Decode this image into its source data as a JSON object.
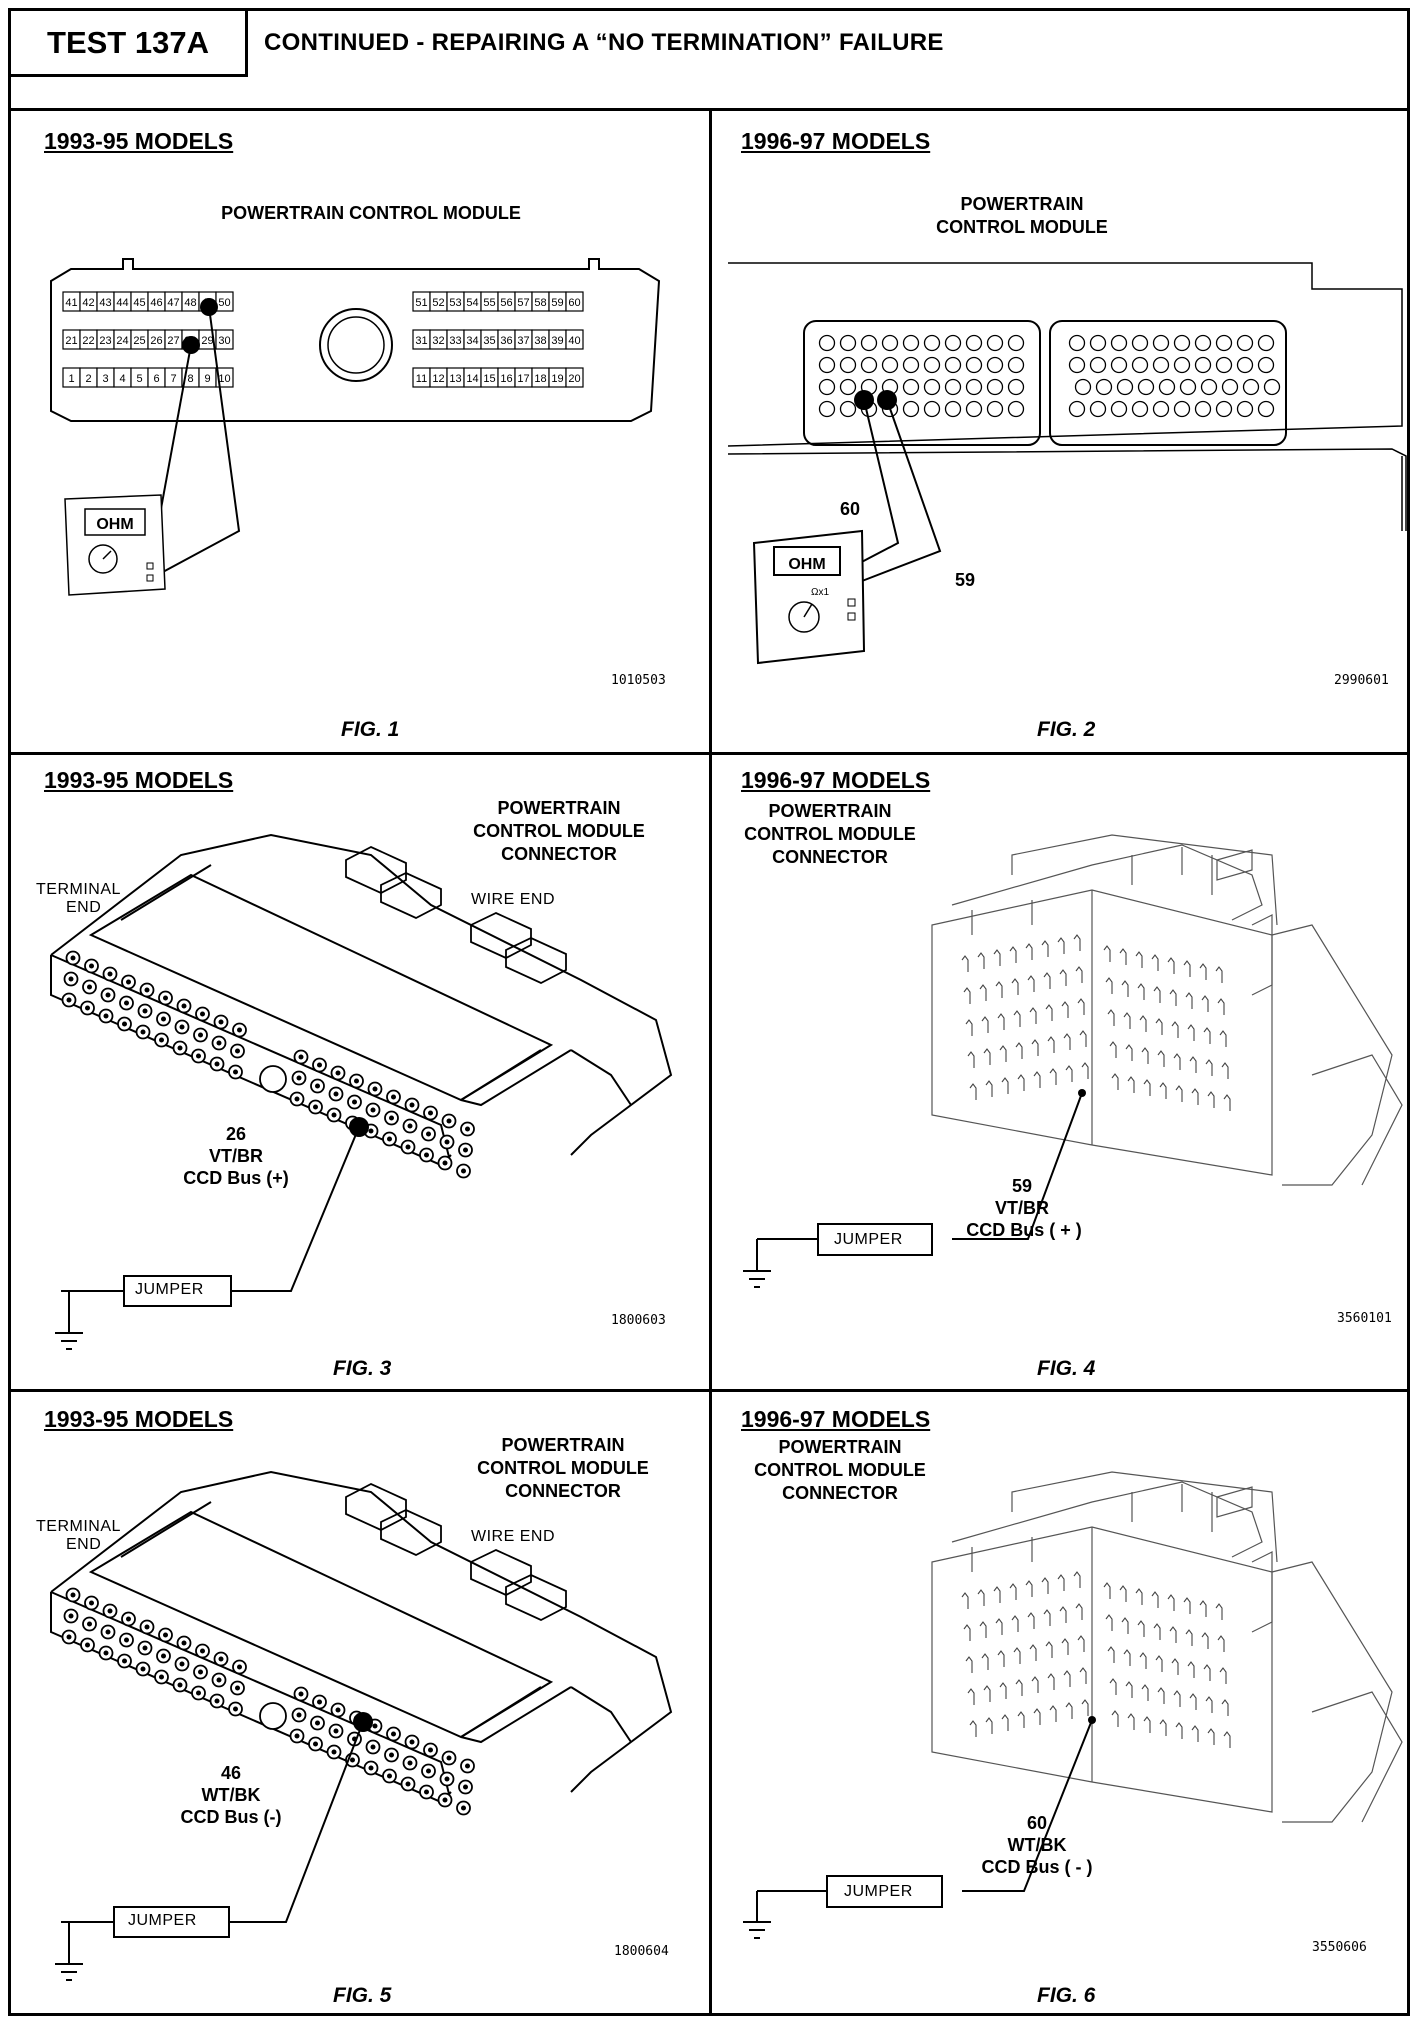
{
  "header": {
    "test_id": "TEST 137A",
    "title": "CONTINUED - REPAIRING A “NO TERMINATION” FAILURE"
  },
  "panels": [
    {
      "model": "1993-95 MODELS",
      "label": "POWERTRAIN CONTROL MODULE",
      "connector_rows": [
        [
          "41",
          "42",
          "43",
          "44",
          "45",
          "46",
          "47",
          "48",
          "49",
          "50"
        ],
        [
          "21",
          "22",
          "23",
          "24",
          "25",
          "26",
          "27",
          "28",
          "29",
          "30"
        ],
        [
          "1",
          "2",
          "3",
          "4",
          "5",
          "6",
          "7",
          "8",
          "9",
          "10"
        ],
        [
          "51",
          "52",
          "53",
          "54",
          "55",
          "56",
          "57",
          "58",
          "59",
          "60"
        ],
        [
          "31",
          "32",
          "33",
          "34",
          "35",
          "36",
          "37",
          "38",
          "39",
          "40"
        ],
        [
          "11",
          "12",
          "13",
          "14",
          "15",
          "16",
          "17",
          "18",
          "19",
          "20"
        ]
      ],
      "meter_label": "OHM",
      "image_code": "1010503",
      "fig": "FIG. 1"
    },
    {
      "model": "1996-97 MODELS",
      "label_line1": "POWERTRAIN",
      "label_line2": "CONTROL MODULE",
      "pin_a": "60",
      "pin_b": "59",
      "meter_label": "OHM",
      "meter_range": "Ωx1",
      "image_code": "2990601",
      "fig": "FIG. 2"
    },
    {
      "model": "1993-95 MODELS",
      "label_line1": "POWERTRAIN",
      "label_line2": "CONTROL MODULE",
      "label_line3": "CONNECTOR",
      "terminal_line1": "TERMINAL",
      "terminal_line2": "END",
      "wire_end": "WIRE END",
      "pin": "26",
      "wire_color": "VT/BR",
      "bus": "CCD Bus (+)",
      "jumper": "JUMPER",
      "image_code": "1800603",
      "fig": "FIG. 3"
    },
    {
      "model": "1996-97 MODELS",
      "label_line1": "POWERTRAIN",
      "label_line2": "CONTROL MODULE",
      "label_line3": "CONNECTOR",
      "pin": "59",
      "wire_color": "VT/BR",
      "bus": "CCD Bus ( + )",
      "jumper": "JUMPER",
      "image_code": "3560101",
      "fig": "FIG. 4"
    },
    {
      "model": "1993-95 MODELS",
      "label_line1": "POWERTRAIN",
      "label_line2": "CONTROL MODULE",
      "label_line3": "CONNECTOR",
      "terminal_line1": "TERMINAL",
      "terminal_line2": "END",
      "wire_end": "WIRE END",
      "pin": "46",
      "wire_color": "WT/BK",
      "bus": "CCD Bus (-)",
      "jumper": "JUMPER",
      "image_code": "1800604",
      "fig": "FIG. 5"
    },
    {
      "model": "1996-97 MODELS",
      "label_line1": "POWERTRAIN",
      "label_line2": "CONTROL MODULE",
      "label_line3": "CONNECTOR",
      "pin": "60",
      "wire_color": "WT/BK",
      "bus": "CCD Bus ( - )",
      "jumper": "JUMPER",
      "image_code": "3550606",
      "fig": "FIG. 6"
    }
  ]
}
